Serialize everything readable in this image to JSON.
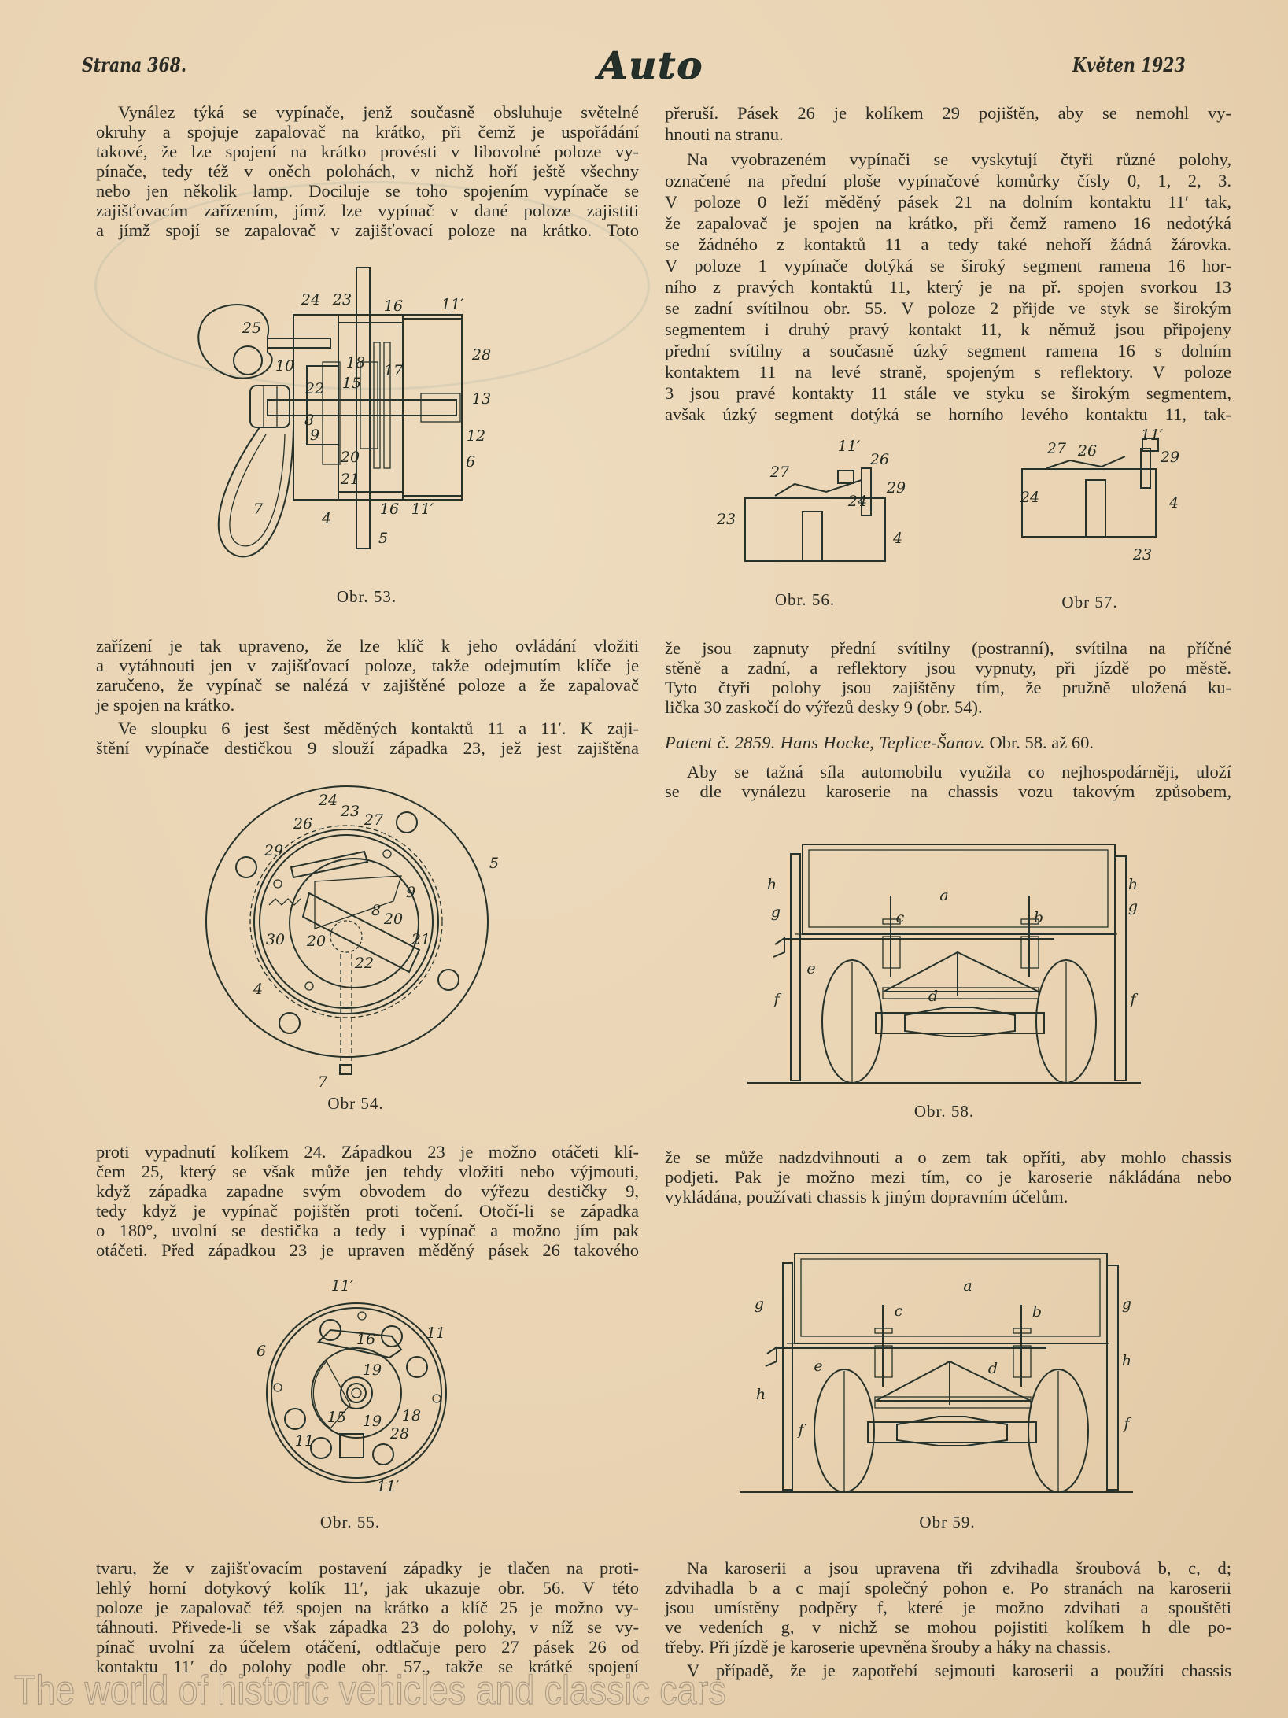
{
  "header": {
    "page": "Strana 368.",
    "logo": "Auto",
    "date": "Květen 1923"
  },
  "left": {
    "b1": [
      {
        "indent": true,
        "lines": [
          "Vynález týká se vypínače, jenž současně obsluhuje světelné",
          "okruhy a spojuje zapalovač na krátko, při čemž je uspořádání",
          "takové, že lze spojení na krátko provésti v libovolné poloze vy-",
          "pínače, tedy též v oněch polohách, v nichž hoří ještě všechny",
          "nebo jen několik lamp. Dociluje se toho spojením vypínače se",
          "zajišťovacím zařízením, jímž lze vypínač v dané poloze zajistiti",
          "a jímž spojí se zapalovač v zajišťovací poloze na krátko. Toto"
        ]
      }
    ],
    "b2": [
      {
        "indent": false,
        "lines": [
          "zařízení je tak upraveno, že lze klíč k jeho ovládání vložiti",
          "a vytáhnouti jen v zajišťovací poloze, takže odejmutím klíče je",
          "zaručeno, že vypínač se nalézá v zajištěné poloze a že zapalovač",
          "je spojen na krátko."
        ]
      },
      {
        "indent": true,
        "lines": [
          "Ve sloupku 6 jest šest měděných kontaktů 11 a 11′. K zaji-",
          "štění vypínače destičkou 9 slouží západka 23, jež jest zajištěna"
        ]
      }
    ],
    "b3": [
      {
        "indent": false,
        "lines": [
          "proti vypadnutí kolíkem 24. Západkou 23 je možno otáčeti klí-",
          "čem 25, který se však může jen tehdy vložiti nebo výjmouti,",
          "když západka zapadne svým obvodem do výřezu destičky 9,",
          "tedy když je vypínač pojištěn proti točení. Otočí-li se západka",
          "o 180°, uvolní se destička a tedy i vypínač a možno jím pak",
          "otáčeti. Před západkou 23 je upraven měděný pásek 26 takového"
        ]
      }
    ],
    "b4": [
      {
        "indent": false,
        "lines": [
          "tvaru, že v zajišťovacím postavení západky je tlačen na proti-",
          "lehlý horní dotykový kolík 11′, jak ukazuje obr. 56. V této",
          "poloze je zapalovač též spojen na krátko a klíč 25 je možno vy-",
          "táhnouti. Přivede-li se však západka 23 do polohy, v níž se vy-",
          "pínač uvolní za účelem otáčení, odtlačuje pero 27 pásek 26 od",
          "kontaktu 11′ do polohy podle obr. 57., takže se krátké spojení"
        ]
      }
    ]
  },
  "right": {
    "b1": [
      {
        "indent": false,
        "lines": [
          "přeruší. Pásek 26 je kolíkem 29 pojištěn, aby se nemohl vy-",
          "hnouti na stranu."
        ]
      },
      {
        "indent": true,
        "lines": [
          "Na vyobrazeném vypínači se vyskytují čtyři různé polohy,",
          "označené na přední ploše vypínačové komůrky čísly 0, 1, 2, 3.",
          "V poloze 0 leží měděný pásek 21 na dolním kontaktu 11′ tak,",
          "že zapalovač je spojen na krátko, při čemž rameno 16 nedotýká",
          "se žádného z kontaktů 11 a tedy také nehoří žádná žárovka.",
          "V poloze 1 vypínače dotýká se široký segment ramena 16 hor-",
          "ního z pravých kontaktů 11, který je na př. spojen svorkou 13",
          "se zadní svítilnou obr. 55. V poloze 2 přijde ve styk se širokým",
          "segmentem i druhý pravý kontakt 11, k němuž jsou připojeny",
          "přední svítilny a současně úzký segment ramena 16 s dolním",
          "kontaktem 11 na levé straně, spojeným s reflektory. V poloze",
          "3 jsou pravé kontakty 11 stále ve styku se širokým segmentem,",
          "avšak úzký segment dotýká se horního levého kontaktu 11, tak-"
        ]
      }
    ],
    "b2": [
      {
        "indent": false,
        "lines": [
          "že jsou zapnuty přední svítilny (postranní), svítilna na příčné",
          "stěně a zadní, a reflektory jsou vypnuty, při jízdě po městě.",
          "Tyto čtyři polohy jsou zajištěny tím, že pružně uložená ku-",
          "lička 30 zaskočí do výřezů desky 9 (obr. 54)."
        ]
      }
    ],
    "patent": {
      "italic": "Patent č. 2859. Hans Hocke, Teplice-Šanov.",
      "roman": " Obr. 58. až 60."
    },
    "b3": [
      {
        "indent": true,
        "lines": [
          "Aby se tažná síla automobilu využila co nejhospodárněji, uloží",
          "se dle vynálezu karoserie na chassis vozu takovým způsobem,"
        ]
      }
    ],
    "b4": [
      {
        "indent": false,
        "lines": [
          "že se může nadzdvihnouti a o zem tak opříti, aby mohlo chassis",
          "podjeti. Pak je možno mezi tím, co je karoserie nákládána nebo",
          "vykládána, používati chassis k jiným dopravním účelům."
        ]
      }
    ],
    "b5": [
      {
        "indent": true,
        "lines": [
          "Na karoserii a jsou upravena tři zdvihadla šroubová b, c, d;",
          "zdvihadla b a c mají společný pohon e. Po stranách na karoserii",
          "jsou umístěny podpěry f, které je možno zdvihati a spouštěti",
          "ve vedeních g, v nichž se mohou pojistiti kolíkem h dle po-",
          "třeby. Při jízdě je karoserie upevněna šrouby a háky na chassis."
        ]
      },
      {
        "indent": true,
        "lines": [
          "V případě, že je zapotřebí sejmouti karoserii a použíti chassis"
        ]
      }
    ]
  },
  "figures": {
    "f53": {
      "caption": "Obr. 53.",
      "labels": [
        "25",
        "24",
        "23",
        "16",
        "11′",
        "28",
        "10",
        "18",
        "17",
        "15",
        "22",
        "13",
        "8",
        "9",
        "12",
        "20",
        "6",
        "21",
        "7",
        "4",
        "16",
        "11′",
        "5"
      ]
    },
    "f54": {
      "caption": "Obr 54.",
      "labels": [
        "24",
        "26",
        "23",
        "27",
        "29",
        "5",
        "9",
        "8",
        "20",
        "30",
        "20",
        "21",
        "22",
        "4",
        "7"
      ]
    },
    "f55": {
      "caption": "Obr. 55.",
      "labels": [
        "11′",
        "6",
        "16",
        "11",
        "19",
        "15",
        "19",
        "18",
        "28",
        "11",
        "11′"
      ]
    },
    "f56": {
      "caption": "Obr. 56.",
      "labels": [
        "11′",
        "26",
        "27",
        "29",
        "24",
        "23",
        "4"
      ]
    },
    "f57": {
      "caption": "Obr 57.",
      "labels": [
        "27",
        "26",
        "11′",
        "29",
        "24",
        "4",
        "23"
      ]
    },
    "f58": {
      "caption": "Obr. 58.",
      "labels": [
        "h",
        "g",
        "a",
        "c",
        "b",
        "h",
        "g",
        "e",
        "d",
        "f",
        "f"
      ]
    },
    "f59": {
      "caption": "Obr 59.",
      "labels": [
        "a",
        "g",
        "c",
        "b",
        "g",
        "h",
        "h",
        "e",
        "d",
        "f",
        "f"
      ]
    }
  },
  "watermark": "The world of historic vehicles and classic cars"
}
